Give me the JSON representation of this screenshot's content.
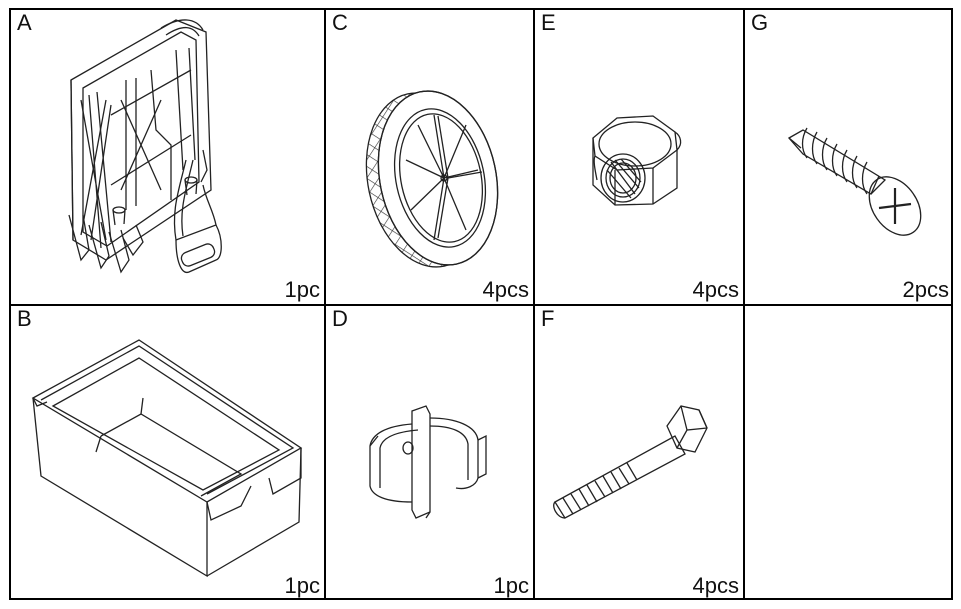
{
  "parts": [
    {
      "letter": "A",
      "quantity": "1pc",
      "icon": "folding-wagon-frame"
    },
    {
      "letter": "C",
      "quantity": "4pcs",
      "icon": "wheel"
    },
    {
      "letter": "E",
      "quantity": "4pcs",
      "icon": "hex-lock-nut"
    },
    {
      "letter": "G",
      "quantity": "2pcs",
      "icon": "phillips-screw"
    },
    {
      "letter": "B",
      "quantity": "1pc",
      "icon": "fabric-tub"
    },
    {
      "letter": "D",
      "quantity": "1pc",
      "icon": "tube-clip"
    },
    {
      "letter": "F",
      "quantity": "4pcs",
      "icon": "hex-bolt"
    }
  ]
}
